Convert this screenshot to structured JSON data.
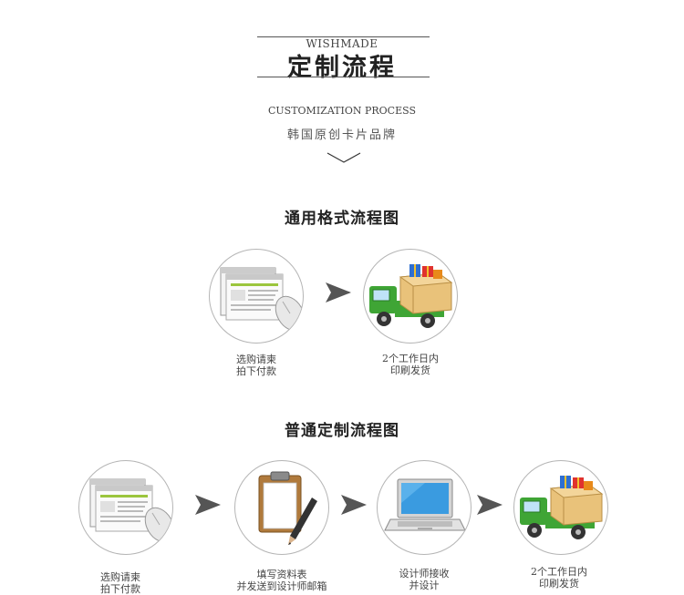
{
  "header": {
    "brand": "WISHMADE",
    "title": "定制流程",
    "subtitle_en": "CUSTOMIZATION PROCESS",
    "subtitle_cn": "韩国原创卡片品牌"
  },
  "sections": [
    {
      "title": "通用格式流程图",
      "steps": [
        {
          "icon": "web-page-mouse-icon",
          "line1": "选购请柬",
          "line2": "拍下付款"
        },
        {
          "icon": "delivery-truck-icon",
          "line1": "2个工作日内",
          "line2": "印刷发货"
        }
      ]
    },
    {
      "title": "普通定制流程图",
      "steps": [
        {
          "icon": "web-page-mouse-icon",
          "line1": "选购请柬",
          "line2": "拍下付款"
        },
        {
          "icon": "clipboard-pen-icon",
          "line1": "填写资料表",
          "line2": "并发送到设计师邮箱"
        },
        {
          "icon": "laptop-icon",
          "line1": "设计师接收",
          "line2": "并设计"
        },
        {
          "icon": "delivery-truck-icon",
          "line1": "2个工作日内",
          "line2": "印刷发货"
        }
      ]
    }
  ],
  "colors": {
    "text": "#333333",
    "circle_border": "#b5b5b5",
    "arrow": "#555555",
    "truck_green": "#3fa535",
    "box_tan": "#e9c27a",
    "screen_blue": "#3a9be0"
  }
}
